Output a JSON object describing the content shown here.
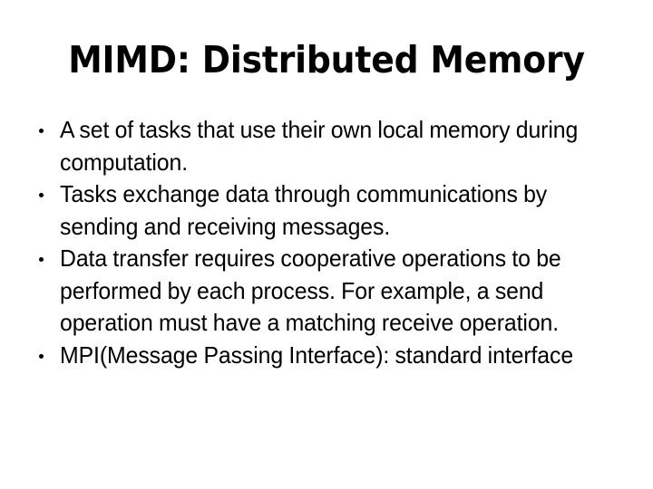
{
  "slide": {
    "title": "MIMD: Distributed Memory",
    "background_color": "#ffffff",
    "text_color": "#000000",
    "bullet_glyph": "bullet-dot",
    "bullets": [
      {
        "text": "A set of tasks that use their own local memory during computation."
      },
      {
        "text": "Tasks exchange data through communications by sending and receiving messages."
      },
      {
        "text": "Data transfer requires cooperative operations to be performed by each process. For example, a send operation must have a matching receive operation."
      },
      {
        "text": "MPI(Message Passing Interface): standard interface"
      }
    ]
  }
}
